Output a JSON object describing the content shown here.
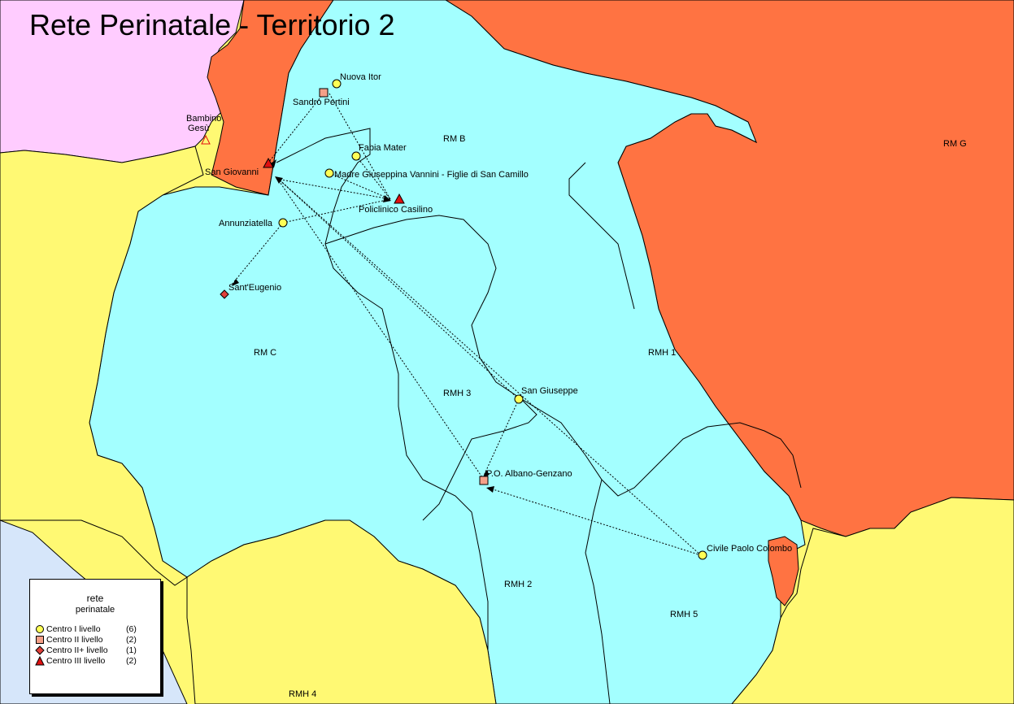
{
  "title": "Rete Perinatale - Territorio 2",
  "colors": {
    "rm_territory": "#a3ffff",
    "rm_g": "#ff7342",
    "rm_h4_rm_c_outer": "#fff973",
    "lazio_other": "#ffccff",
    "sea": "#d6e6fa",
    "level1": "#ffff55",
    "level2": "#f5a088",
    "level2plus": "#e0403a",
    "level3": "#e01010"
  },
  "areas": {
    "rm_b": "RM B",
    "rm_c": "RM C",
    "rm_g": "RM G",
    "rmh1": "RMH 1",
    "rmh2": "RMH 2",
    "rmh3": "RMH 3",
    "rmh4": "RMH 4",
    "rmh5": "RMH 5"
  },
  "facilities": {
    "nuova_itor": "Nuova Itor",
    "sandro_pertini": "Sandro Pertini",
    "bambino_gesu_1": "Bambino",
    "bambino_gesu_2": "Gesù",
    "san_giovanni": "San Giovanni",
    "fabia_mater": "Fabia Mater",
    "madre_giuseppina": "Madre Giuseppina Vannini - Figlie di San Camillo",
    "policlinico_casilino": "Policlinico Casilino",
    "annunziatella": "Annunziatella",
    "sant_eugenio": "Sant'Eugenio",
    "san_giuseppe": "San Giuseppe",
    "albano_genzano": "P.O. Albano-Genzano",
    "paolo_colombo": "Civile Paolo Colombo"
  },
  "legend": {
    "title": "rete",
    "subtitle": "perinatale",
    "items": [
      {
        "label": "Centro I livello",
        "count": "(6)",
        "icon": "yellow-circle"
      },
      {
        "label": "Centro II livello",
        "count": "(2)",
        "icon": "salmon-square"
      },
      {
        "label": "Centro II+ livello",
        "count": "(1)",
        "icon": "red-diamond"
      },
      {
        "label": "Centro III livello",
        "count": "(2)",
        "icon": "red-triangle"
      }
    ]
  }
}
